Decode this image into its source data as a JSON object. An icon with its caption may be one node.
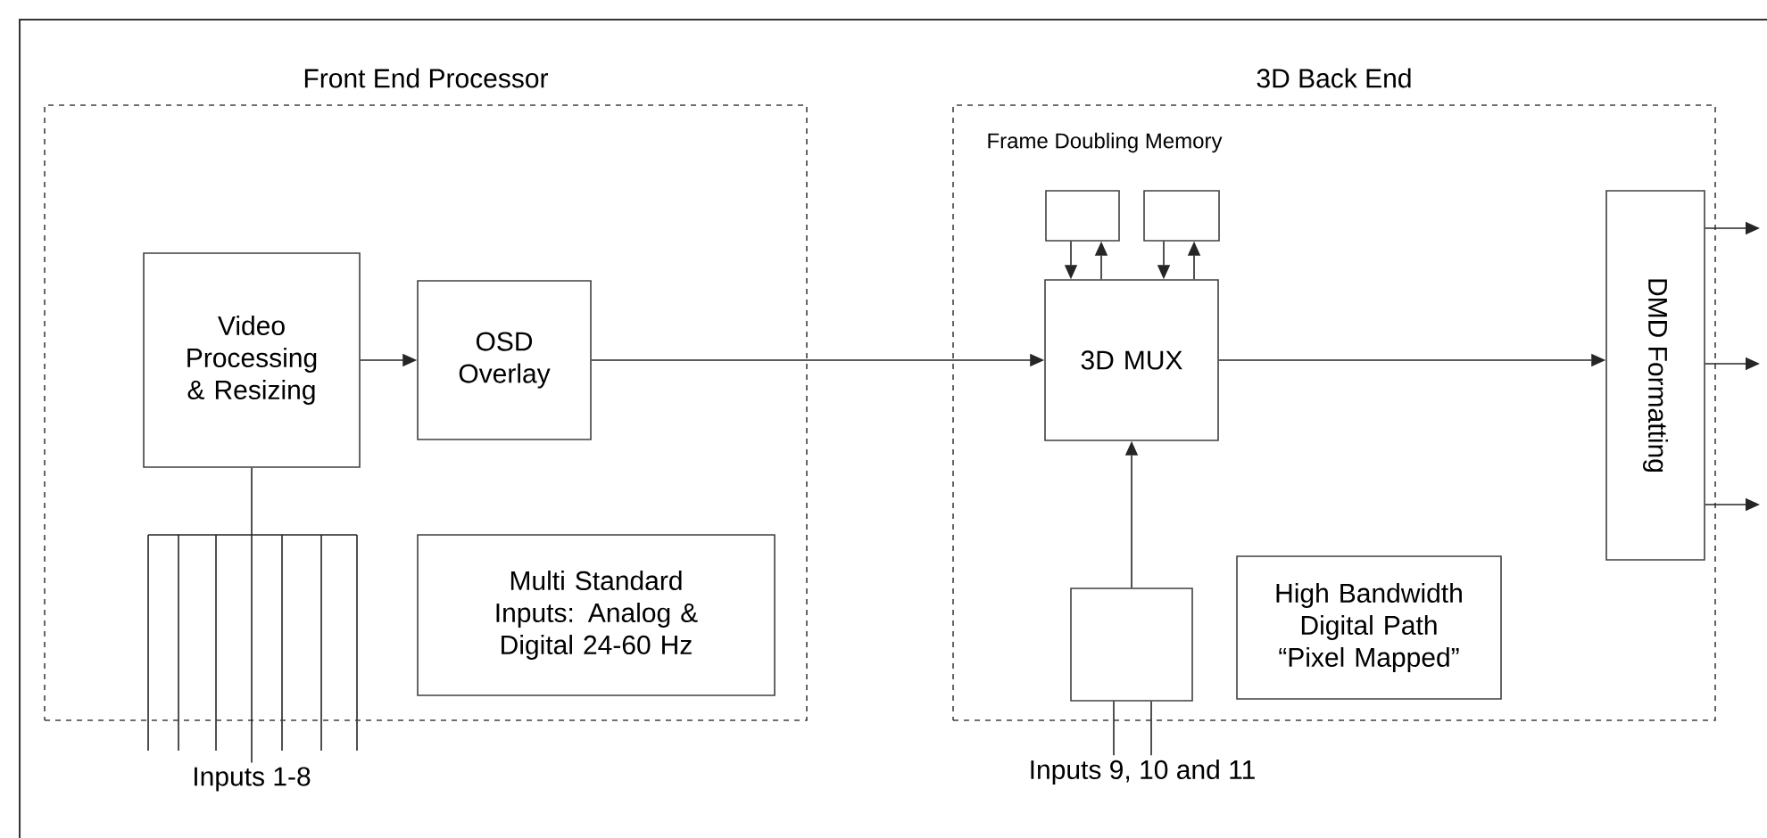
{
  "diagram": {
    "nodes": [
      {
        "text": [
          "Front End Processor"
        ]
      },
      {
        "text": [
          "Video Processing & Resizing"
        ],
        "in": 0
      },
      {
        "text": [
          "OSD Overlay"
        ],
        "in": 0
      },
      {
        "text": [
          "Multi Standard Inputs: Analog & Digital 24-60 Hz"
        ],
        "in": 0
      },
      {
        "text": [
          "3D Back End",
          "Frame Doubling Memory"
        ]
      },
      {
        "text": [],
        "shape": "box",
        "in": 4
      },
      {
        "text": [],
        "shape": "box",
        "in": 4
      },
      {
        "text": [
          "3D MUX"
        ],
        "in": 4
      },
      {
        "text": [
          "DMD Formatting"
        ],
        "in": 4
      },
      {
        "text": [],
        "shape": "box",
        "in": 4
      },
      {
        "text": [
          "High Bandwidth Digital Path “Pixel Mapped”"
        ],
        "in": 4
      },
      {
        "text": [
          "Inputs 1-8"
        ]
      },
      {
        "text": [
          "Inputs 9, 10 and 11"
        ]
      }
    ],
    "edges": [
      {
        "from": 1,
        "to": 2,
        "arrow": "to"
      },
      {
        "from": 2,
        "to": 7,
        "arrow": "to"
      },
      {
        "from": 5,
        "to": 7,
        "arrow": "to"
      },
      {
        "from": 7,
        "to": 5,
        "arrow": "to"
      },
      {
        "from": 6,
        "to": 7,
        "arrow": "to"
      },
      {
        "from": 7,
        "to": 6,
        "arrow": "to"
      },
      {
        "from": 7,
        "to": 8,
        "arrow": "to"
      },
      {
        "from": 9,
        "to": 7,
        "arrow": "to"
      },
      {
        "from": 11,
        "to": 1,
        "arrow": "none"
      },
      {
        "from": 12,
        "to": 9,
        "arrow": "none"
      },
      {
        "from": 12,
        "to": 9,
        "arrow": "none"
      },
      {
        "from": 8,
        "to": null,
        "arrow": "to"
      },
      {
        "from": 8,
        "to": null,
        "arrow": "to"
      },
      {
        "from": 8,
        "to": null,
        "arrow": "to"
      }
    ]
  }
}
